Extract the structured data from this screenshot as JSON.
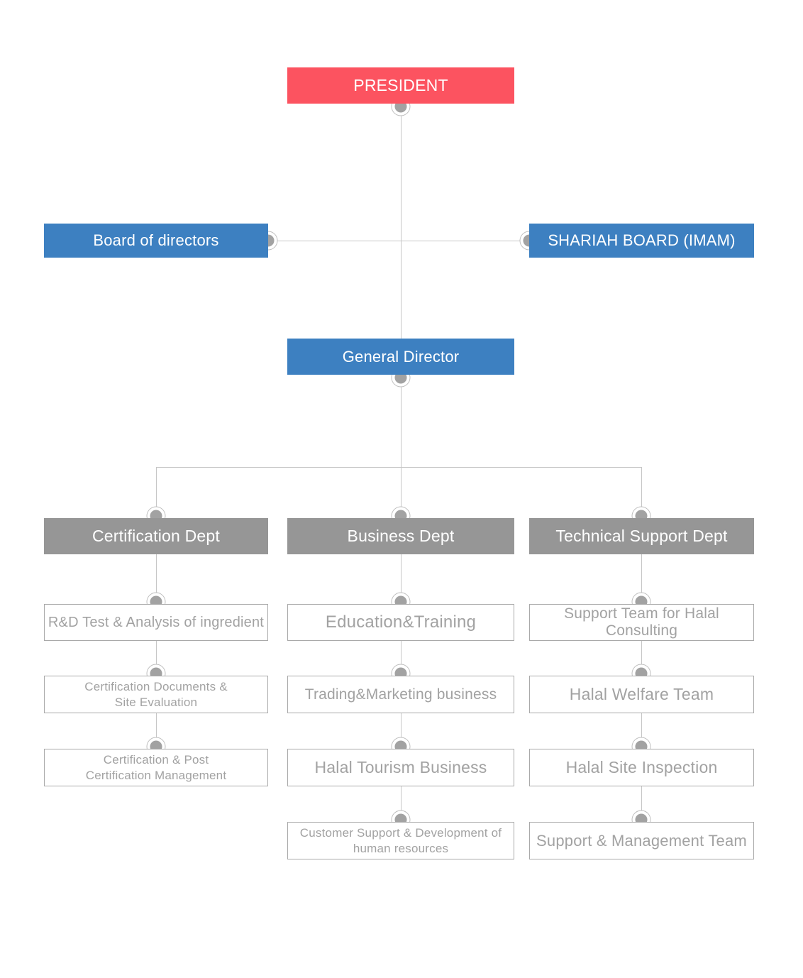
{
  "org": {
    "president": "PRESIDENT",
    "board_of_directors": "Board of directors",
    "shariah_board": "SHARIAH BOARD (IMAM)",
    "general_director": "General Director",
    "departments": [
      {
        "name": "Certification Dept",
        "teams": [
          {
            "line1": "R&D Test & Analysis of ingredient"
          },
          {
            "line1": "Certification Documents &",
            "line2": "Site Evaluation"
          },
          {
            "line1": "Certification & Post",
            "line2": "Certification Management"
          }
        ]
      },
      {
        "name": "Business Dept",
        "teams": [
          {
            "line1": "Education&Training"
          },
          {
            "line1": "Trading&Marketing business"
          },
          {
            "line1": "Halal Tourism Business"
          },
          {
            "line1": "Customer Support & Development of",
            "line2": "human resources"
          }
        ]
      },
      {
        "name": "Technical Support Dept",
        "teams": [
          {
            "line1": "Support Team for Halal Consulting"
          },
          {
            "line1": "Halal Welfare Team"
          },
          {
            "line1": "Halal Site Inspection"
          },
          {
            "line1": "Support & Management Team"
          }
        ]
      }
    ]
  },
  "colors": {
    "president": "#fc5360",
    "secondary": "#3d80c1",
    "department": "#969696",
    "connector": "#c6c6c6",
    "dot": "#a2a2a2",
    "box_border": "#a9a9a9",
    "box_text": "#a2a2a2"
  }
}
